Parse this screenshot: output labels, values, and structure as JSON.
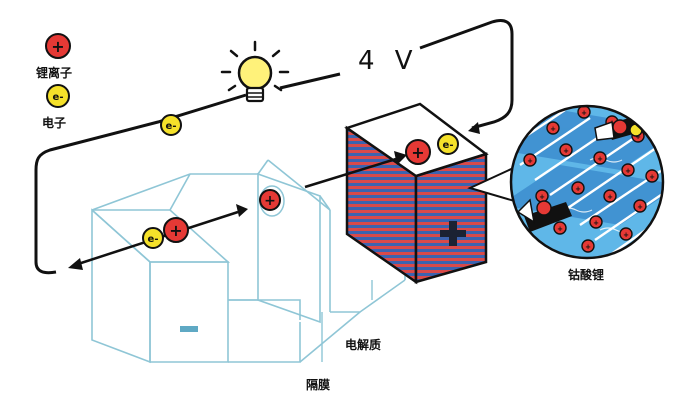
{
  "legend": {
    "lithium_ion_label": "锂离子",
    "electron_label": "电子",
    "lithium_ion_symbol": "+",
    "electron_symbol": "e-"
  },
  "voltage": "4 V",
  "labels": {
    "electrolyte": "电解质",
    "separator": "隔膜",
    "cathode_material": "钴酸锂"
  },
  "symbols": {
    "anode_sign": "−",
    "cathode_sign": "+"
  },
  "colors": {
    "lithium_ion": "#e53935",
    "electron": "#f5e12a",
    "cell_outline": "#8fc6d6",
    "cathode_red": "#d94a4a",
    "cathode_blue": "#3c63b0",
    "zoom_bg": "#5fb7e8",
    "wire": "#111111",
    "bulb": "#fff27a"
  }
}
